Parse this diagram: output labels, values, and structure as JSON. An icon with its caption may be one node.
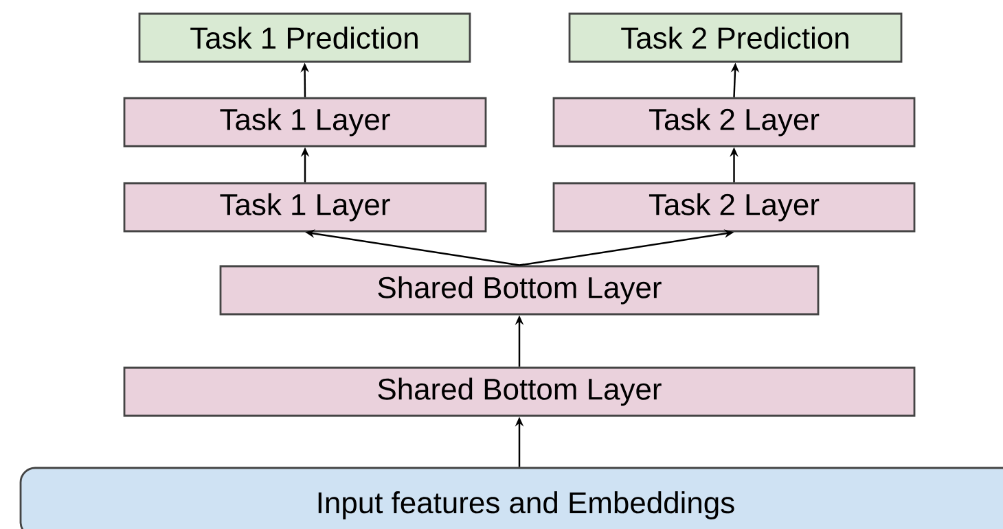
{
  "diagram": {
    "nodes": [
      {
        "text": [
          "Task 1 Prediction"
        ]
      },
      {
        "text": [
          "Task 2 Prediction"
        ]
      },
      {
        "text": [
          "Task 1 Layer"
        ]
      },
      {
        "text": [
          "Task 2 Layer"
        ]
      },
      {
        "text": [
          "Task 1 Layer"
        ]
      },
      {
        "text": [
          "Task 2 Layer"
        ]
      },
      {
        "text": [
          "Shared Bottom Layer"
        ]
      },
      {
        "text": [
          "Shared Bottom Layer"
        ]
      },
      {
        "text": [
          "Input features and Embeddings"
        ]
      }
    ],
    "edges": [
      {
        "from": 8,
        "to": 7,
        "arrow": "to"
      },
      {
        "from": 7,
        "to": 6,
        "arrow": "to"
      },
      {
        "from": 6,
        "to": 4,
        "arrow": "to"
      },
      {
        "from": 6,
        "to": 5,
        "arrow": "to"
      },
      {
        "from": 4,
        "to": 2,
        "arrow": "to"
      },
      {
        "from": 5,
        "to": 3,
        "arrow": "to"
      },
      {
        "from": 2,
        "to": 0,
        "arrow": "to"
      },
      {
        "from": 3,
        "to": 1,
        "arrow": "to"
      }
    ]
  }
}
